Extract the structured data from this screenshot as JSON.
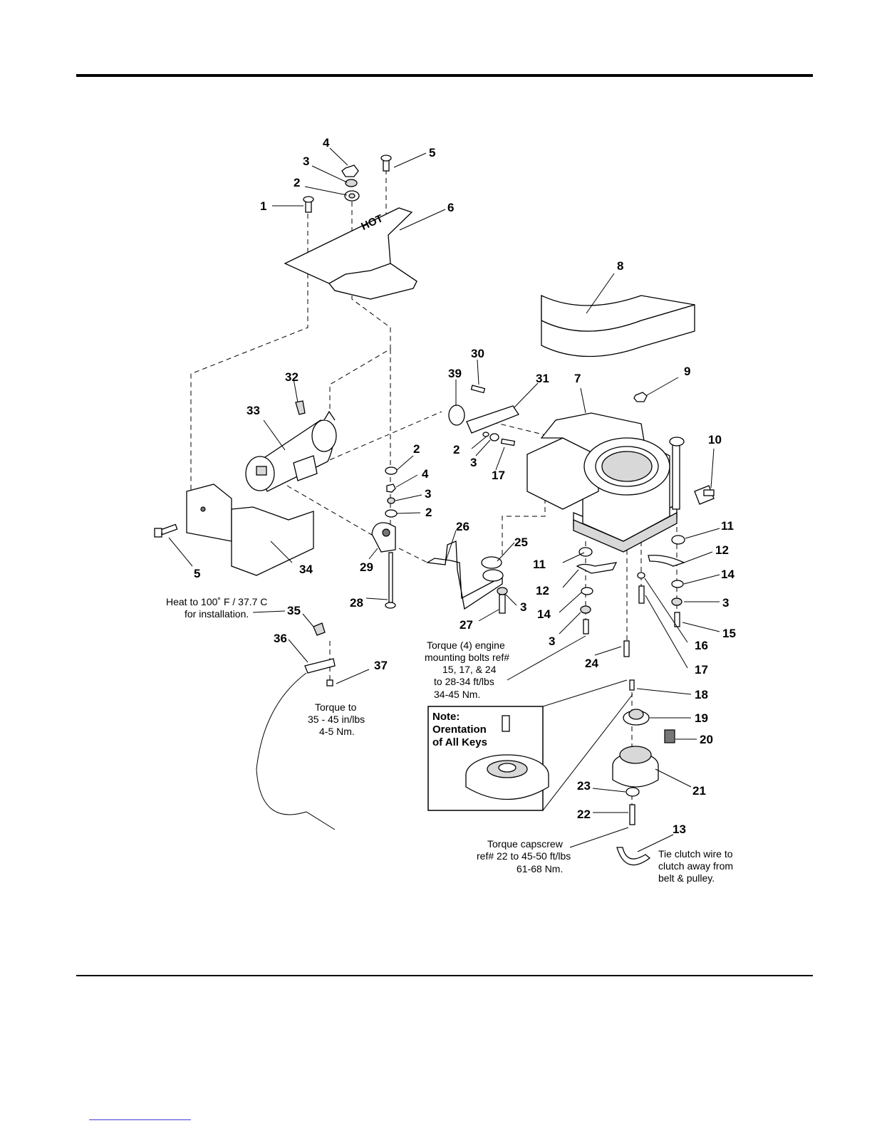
{
  "callouts": [
    {
      "id": "c1",
      "label": "1"
    },
    {
      "id": "c2a",
      "label": "2"
    },
    {
      "id": "c3a",
      "label": "3"
    },
    {
      "id": "c4a",
      "label": "4"
    },
    {
      "id": "c5a",
      "label": "5"
    },
    {
      "id": "c6",
      "label": "6"
    },
    {
      "id": "c7",
      "label": "7"
    },
    {
      "id": "c8",
      "label": "8"
    },
    {
      "id": "c9",
      "label": "9"
    },
    {
      "id": "c10",
      "label": "10"
    },
    {
      "id": "c11a",
      "label": "11"
    },
    {
      "id": "c11b",
      "label": "11"
    },
    {
      "id": "c12a",
      "label": "12"
    },
    {
      "id": "c12b",
      "label": "12"
    },
    {
      "id": "c13",
      "label": "13"
    },
    {
      "id": "c14a",
      "label": "14"
    },
    {
      "id": "c14b",
      "label": "14"
    },
    {
      "id": "c15",
      "label": "15"
    },
    {
      "id": "c16",
      "label": "16"
    },
    {
      "id": "c17a",
      "label": "17"
    },
    {
      "id": "c17b",
      "label": "17"
    },
    {
      "id": "c18",
      "label": "18"
    },
    {
      "id": "c19",
      "label": "19"
    },
    {
      "id": "c20",
      "label": "20"
    },
    {
      "id": "c21",
      "label": "21"
    },
    {
      "id": "c22",
      "label": "22"
    },
    {
      "id": "c23",
      "label": "23"
    },
    {
      "id": "c24",
      "label": "24"
    },
    {
      "id": "c25",
      "label": "25"
    },
    {
      "id": "c26",
      "label": "26"
    },
    {
      "id": "c27",
      "label": "27"
    },
    {
      "id": "c28",
      "label": "28"
    },
    {
      "id": "c29",
      "label": "29"
    },
    {
      "id": "c30",
      "label": "30"
    },
    {
      "id": "c31",
      "label": "31"
    },
    {
      "id": "c32",
      "label": "32"
    },
    {
      "id": "c33",
      "label": "33"
    },
    {
      "id": "c34",
      "label": "34"
    },
    {
      "id": "c35",
      "label": "35"
    },
    {
      "id": "c36",
      "label": "36"
    },
    {
      "id": "c37",
      "label": "37"
    },
    {
      "id": "c39",
      "label": "39"
    },
    {
      "id": "c2b",
      "label": "2"
    },
    {
      "id": "c2c",
      "label": "2"
    },
    {
      "id": "c2d",
      "label": "2"
    },
    {
      "id": "c3b",
      "label": "3"
    },
    {
      "id": "c3c",
      "label": "3"
    },
    {
      "id": "c3d",
      "label": "3"
    },
    {
      "id": "c3e",
      "label": "3"
    },
    {
      "id": "c3f",
      "label": "3"
    },
    {
      "id": "c4b",
      "label": "4"
    },
    {
      "id": "c5b",
      "label": "5"
    }
  ],
  "notes": {
    "heat": [
      "Heat to 100˚ F / 37.7 C",
      "for installation."
    ],
    "torque_cable": [
      "Torque to",
      "35 - 45 in/lbs",
      "4-5 Nm."
    ],
    "torque_engine": [
      "Torque (4) engine",
      "mounting bolts ref#",
      "15, 17, & 24",
      "to 28-34 ft/lbs",
      "34-45 Nm."
    ],
    "torque_capscrew": [
      "Torque capscrew",
      "ref# 22 to 45-50 ft/lbs",
      "61-68 Nm."
    ],
    "tie_clutch": [
      "Tie clutch wire to",
      "clutch away from",
      "belt & pulley."
    ],
    "inset_note": [
      "Note:",
      "Orentation",
      "of All Keys"
    ]
  },
  "shield_text": "HOT"
}
